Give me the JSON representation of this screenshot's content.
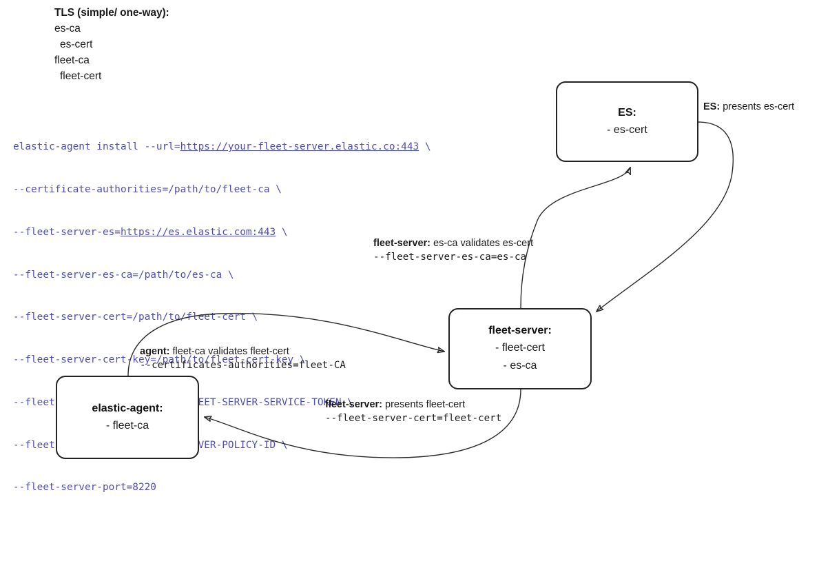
{
  "legend": {
    "title": "TLS (simple/ one-way):",
    "items": [
      {
        "text": "es-ca",
        "indent": false
      },
      {
        "text": "es-cert",
        "indent": true
      },
      {
        "text": "fleet-ca",
        "indent": false
      },
      {
        "text": "fleet-cert",
        "indent": true
      }
    ]
  },
  "code": {
    "color": "#4f4fb0",
    "lines": [
      {
        "pre": "elastic-agent install --url=",
        "link": "https://your-fleet-server.elastic.co:443",
        "post": " \\"
      },
      {
        "pre": "--certificate-authorities=/path/to/fleet-ca \\",
        "link": "",
        "post": ""
      },
      {
        "pre": "--fleet-server-es=",
        "link": "https://es.elastic.com:443",
        "post": " \\"
      },
      {
        "pre": "--fleet-server-es-ca=/path/to/es-ca \\",
        "link": "",
        "post": ""
      },
      {
        "pre": "--fleet-server-cert=/path/to/fleet-cert \\",
        "link": "",
        "post": ""
      },
      {
        "pre": "--fleet-server-cert-key=/path/to/fleet-cert-key \\",
        "link": "",
        "post": ""
      },
      {
        "pre": "--fleet-server-service-token=FLEET-SERVER-SERVICE-TOKEN \\",
        "link": "",
        "post": ""
      },
      {
        "pre": "--fleet-server-policy=FLEET-SERVER-POLICY-ID \\",
        "link": "",
        "post": ""
      },
      {
        "pre": "--fleet-server-port=8220",
        "link": "",
        "post": ""
      }
    ]
  },
  "nodes": {
    "es": {
      "title": "ES:",
      "lines": [
        "- es-cert"
      ]
    },
    "fleet_server": {
      "title": "fleet-server:",
      "lines": [
        "- fleet-cert",
        "- es-ca"
      ]
    },
    "elastic_agent": {
      "title": "elastic-agent:",
      "lines": [
        "- fleet-ca"
      ]
    }
  },
  "edge_labels": {
    "es_presents": {
      "actor": "ES:",
      "text": " presents es-cert"
    },
    "fleet_server_validates": {
      "actor": "fleet-server:",
      "text": " es-ca validates es-cert",
      "flag": "--fleet-server-es-ca=es-ca"
    },
    "agent_validates": {
      "actor": "agent:",
      "text": " fleet-ca validates fleet-cert",
      "flag": "--certificates-authorities=fleet-CA"
    },
    "fleet_server_presents": {
      "actor": "fleet-server:",
      "text": " presents fleet-cert",
      "flag": "--fleet-server-cert=fleet-cert"
    }
  },
  "theme": {
    "stroke": "#2b2b2b",
    "box_border": "#222222",
    "text": "#1a1a1a",
    "code": "#4f4fb0",
    "background": "#ffffff"
  }
}
